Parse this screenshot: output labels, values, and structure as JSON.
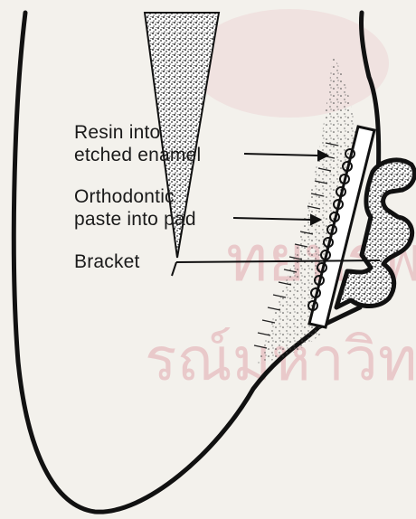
{
  "diagram": {
    "labels": {
      "resin_line1": "Resin into",
      "resin_line2": "etched enamel",
      "paste_line1": "Orthodontic",
      "paste_line2": "paste into pad",
      "bracket": "Bracket"
    },
    "watermark": {
      "line1": "ทยทรพยา",
      "line2": "รณ์มหาวิทยาลั"
    },
    "colors": {
      "ink": "#1a1a1a",
      "paper": "#f3f1ec",
      "watermark": "#e6b9bd"
    }
  }
}
